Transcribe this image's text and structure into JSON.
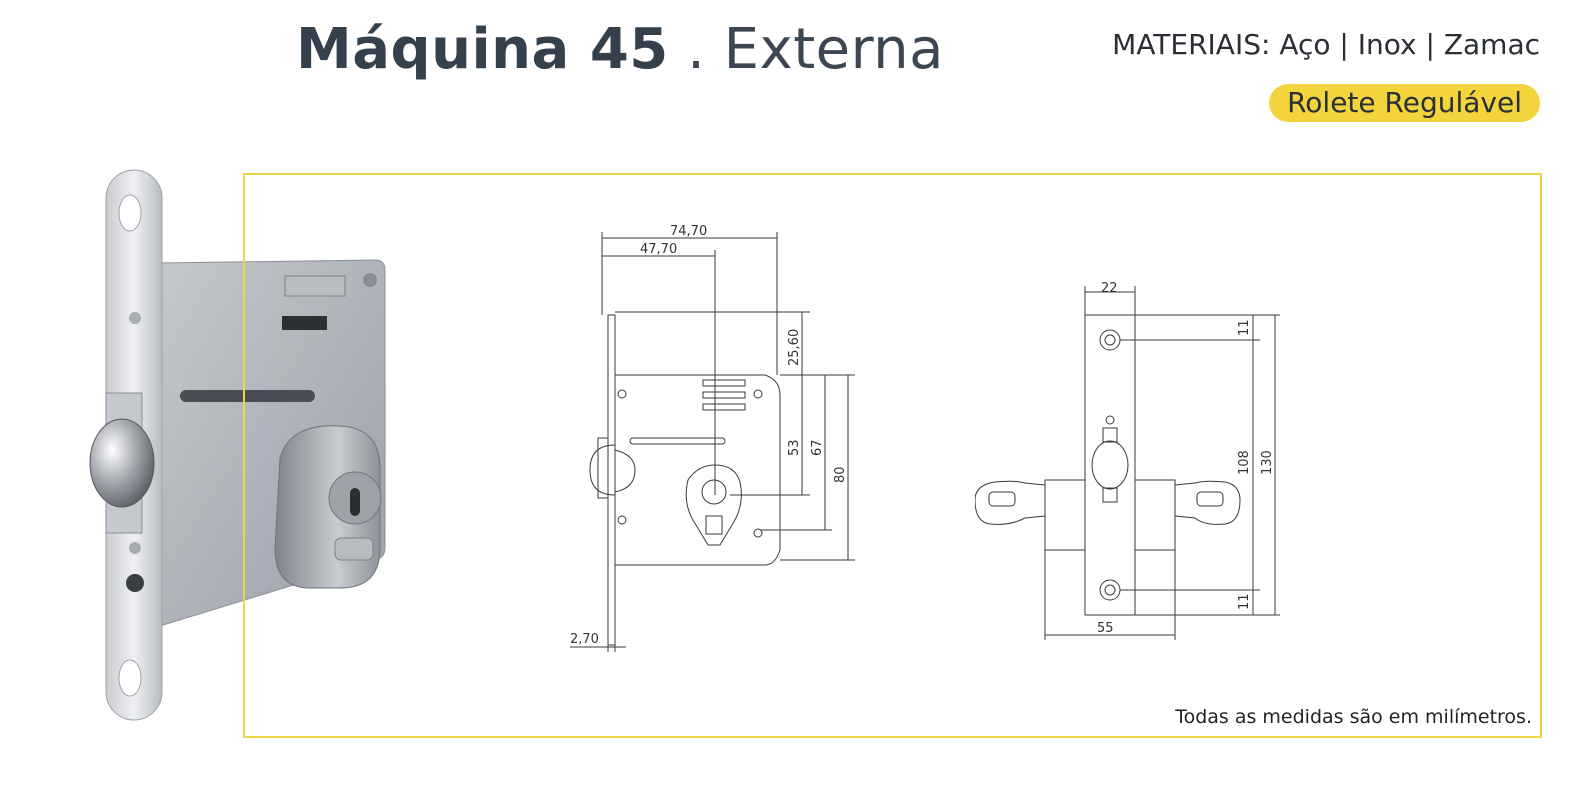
{
  "header": {
    "title_bold": "Máquina 45",
    "title_light": ". Externa",
    "materials": "MATERIAIS: Aço | Inox | Zamac",
    "badge": "Rolete Regulável"
  },
  "side_drawing": {
    "dim_width_total": "74,70",
    "dim_backset": "47,70",
    "dim_top": "25,60",
    "dim_53": "53",
    "dim_67": "67",
    "dim_80": "80",
    "dim_faceplate": "2,70"
  },
  "front_drawing": {
    "dim_width": "22",
    "dim_top": "11",
    "dim_bottom": "11",
    "dim_108": "108",
    "dim_130": "130",
    "dim_55": "55"
  },
  "footnote": "Todas as medidas são em milímetros.",
  "colors": {
    "accent": "#f3d43d",
    "frame": "#f1d545",
    "title": "#34404c"
  }
}
